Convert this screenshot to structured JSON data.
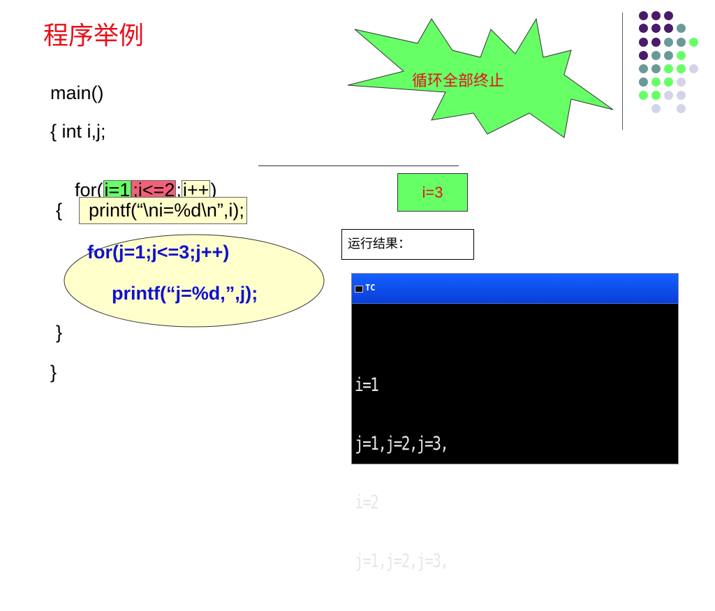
{
  "slide": {
    "title": "程序举例",
    "burst_text": "循环全部终止",
    "i3_label": "i=3",
    "result_label": "运行结果：",
    "code": {
      "line1": "main()",
      "line2": "{ int i,j;",
      "for_keyword": "for",
      "for_open": "(",
      "for_init": "i=1",
      "for_cond": ";i<=2",
      "for_sep": ";",
      "for_incr": "i++",
      "for_close": ")",
      "brace_open": "{",
      "printf_outer": "printf(“\\ni=%d\\n”,i);",
      "inner_for": "for(j=1;j<=3;j++)",
      "inner_printf": "printf(“j=%d,”,j);",
      "inner_brace_close": "}",
      "outer_brace_close": "}"
    },
    "console": {
      "title": "TC",
      "lines": [
        "i=1",
        "j=1,j=2,j=3,",
        "i=2",
        "j=1,j=2,j=3,"
      ]
    }
  },
  "colors": {
    "title_red": "#e8101a",
    "highlight_green": "#66ff66",
    "highlight_red": "#f2607a",
    "highlight_yellow": "#ffffcc",
    "code_blue": "#1010d0",
    "ellipse_fill": "#ffffcc",
    "console_bar_blue": "#1560ff"
  }
}
